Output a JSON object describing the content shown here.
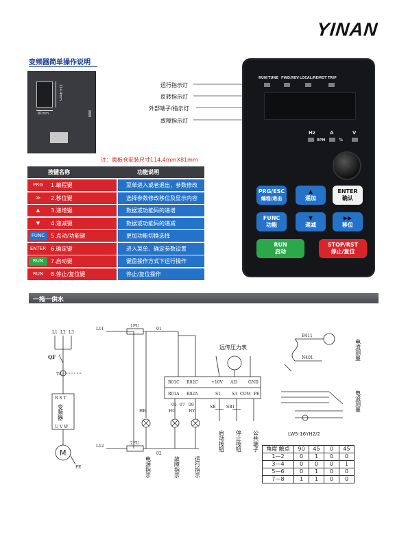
{
  "brand": "YINAN",
  "section_title": "变频器简单操作说明",
  "cabinet": {
    "dim_height": "114.4mm",
    "dim_width": "81mm"
  },
  "note": "注：面板仓安装尺寸114.4mmX81mm",
  "keypad": {
    "indicators": [
      "RUN/TUNE",
      "FWD/REV",
      "LOCAL/REMOT",
      "TRIP"
    ],
    "units": [
      "Hz",
      "A",
      "V"
    ],
    "unit_sub": [
      "RPM",
      "%"
    ],
    "callouts": [
      "运行指示灯",
      "反转指示灯",
      "外部端子/指示灯",
      "故障指示灯"
    ],
    "keys": {
      "prg": {
        "line1": "PRG/ESC",
        "line2": "编程/退出"
      },
      "up": {
        "arrow": "▲",
        "label": "递加"
      },
      "enter": {
        "line1": "ENTER",
        "line2": "确认"
      },
      "func": {
        "line1": "FUNC",
        "line2": "功能"
      },
      "down": {
        "arrow": "▼",
        "label": "递减"
      },
      "shift": {
        "arrow": "▶▶",
        "label": "移位"
      },
      "run": {
        "line1": "RUN",
        "line2": "启动"
      },
      "stop": {
        "line1": "STOP/RST",
        "line2": "停止/复位"
      }
    }
  },
  "key_table": {
    "headers": [
      "按键名称",
      "功能说明"
    ],
    "rows": [
      {
        "key": "PRG",
        "name": "1.编程键",
        "desc": "菜单进入或者退出，参数修改",
        "color": "#d8252b"
      },
      {
        "key": "≫",
        "name": "2.移位键",
        "desc": "选择参数修改移位及显示内容",
        "color": "#d8252b"
      },
      {
        "key": "▲",
        "name": "3.递增键",
        "desc": "数据或功能码的递增",
        "color": "#d8252b"
      },
      {
        "key": "▼",
        "name": "4.递减键",
        "desc": "数据或功能码的递减",
        "color": "#d8252b"
      },
      {
        "key": "FUNC",
        "name": "5.点动/功能键",
        "desc": "更加功能切换选择",
        "color": "#2573c9"
      },
      {
        "key": "ENTER",
        "name": "6.确定键",
        "desc": "进入菜单、确定参数设置",
        "color": "#d8252b"
      },
      {
        "key": "RUN",
        "name": "7.启动键",
        "desc": "键盘操作方式下运行操作",
        "color": "#2aa84a"
      },
      {
        "key": "RUN RESET",
        "name": "8.停止/复位键",
        "desc": "停止/复位操作",
        "color": "#d8252b"
      }
    ]
  },
  "section_bar": "一拖一供水",
  "schematic": {
    "phase_labels": [
      "L1",
      "L2",
      "L3"
    ],
    "qf": "QF",
    "inverter": "变频器",
    "inverter_top": "R S T",
    "inverter_bottom": "U V W",
    "motor": "M",
    "pe": "PE",
    "line_labels": [
      "L11",
      "L12"
    ],
    "fuses": [
      "1FU",
      "2FU"
    ],
    "wire_labels": [
      "01",
      "02"
    ],
    "pressure_gauge": "远传压力表",
    "terminals_top": [
      "R01C",
      "R02C",
      "+10V",
      "AI3",
      "GND"
    ],
    "terminals_bottom": [
      "R01A",
      "R02A",
      "S1",
      "S3",
      "COM",
      "PE"
    ],
    "switch_labels": [
      "SB",
      "SB1"
    ],
    "lamp_labels": [
      "HR",
      "HG",
      "HY"
    ],
    "lamp_nodes": [
      "05",
      "07",
      "09"
    ],
    "ta": "TA",
    "lamp_captions": [
      "电源指示",
      "故障指示",
      "运行指示"
    ],
    "button_captions": [
      "启动按钮",
      "停止按钮",
      "公共端子"
    ],
    "ammeter_nodes": [
      "B411",
      "N401"
    ],
    "current_measure": "电流测量",
    "selector": "LW5-16YH2/2",
    "angle_table": {
      "header": [
        "角度 触点",
        "90",
        "45",
        "0",
        "45"
      ],
      "rows": [
        [
          "1—2",
          "0",
          "1",
          "0",
          "0"
        ],
        [
          "3—4",
          "0",
          "0",
          "0",
          "1"
        ],
        [
          "5—6",
          "0",
          "1",
          "0",
          "0"
        ],
        [
          "7—8",
          "1",
          "1",
          "0",
          "0"
        ]
      ]
    }
  }
}
